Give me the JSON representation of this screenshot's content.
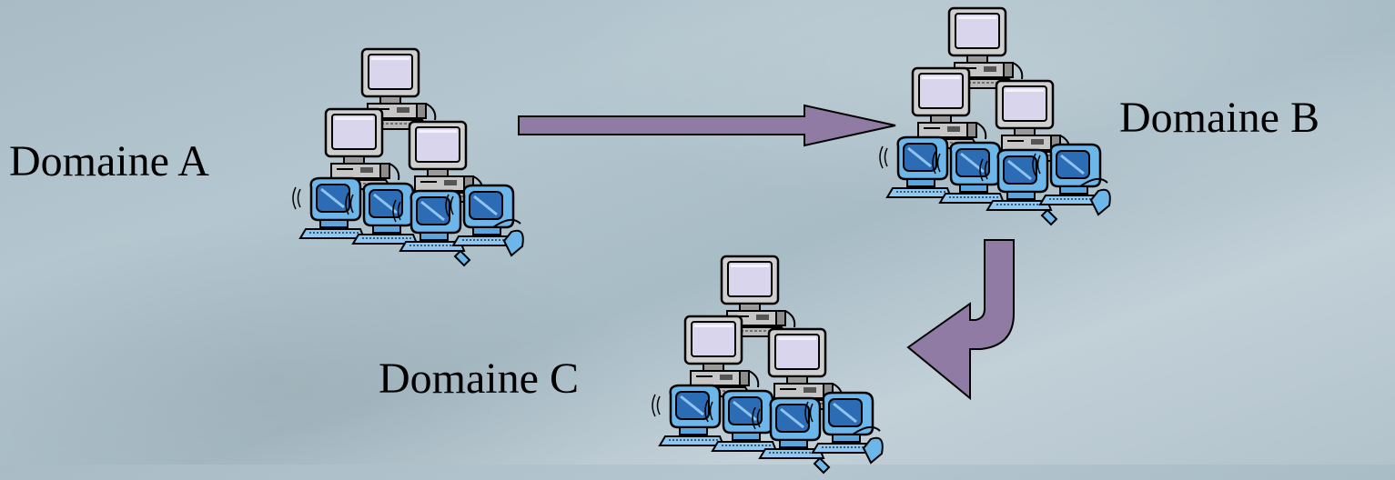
{
  "domains": {
    "a": {
      "label": "Domaine A"
    },
    "b": {
      "label": "Domaine B"
    },
    "c": {
      "label": "Domaine C"
    }
  },
  "icons": {
    "cluster": "computer-network-icon",
    "arrow_ab": "arrow-right-icon",
    "arrow_bc": "curved-arrow-down-left-icon"
  },
  "colors": {
    "arrow_fill": "#8f7ba3",
    "server_screen": "#d6d3ea",
    "server_case": "#c8c8c8",
    "client_body": "#6ab4e8",
    "client_screen": "#2a69b3"
  }
}
